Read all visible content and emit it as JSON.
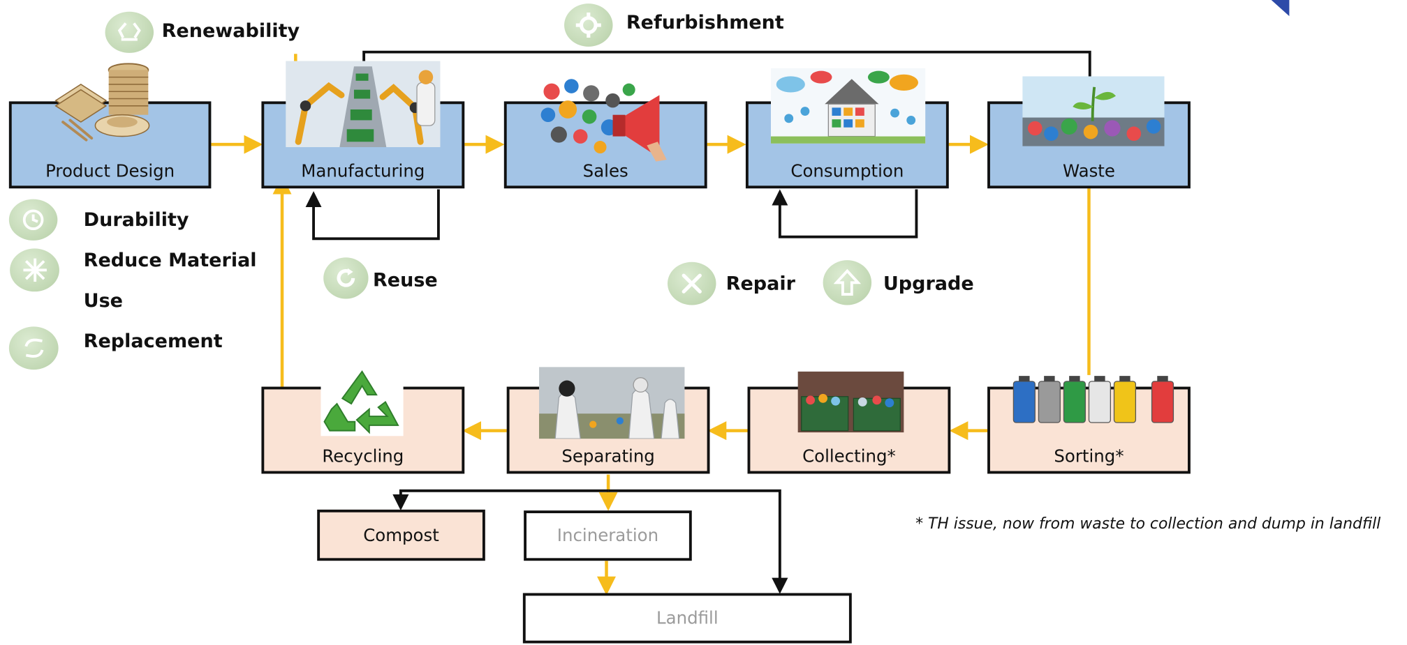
{
  "stages": {
    "product_design": "Product Design",
    "manufacturing": "Manufacturing",
    "sales": "Sales",
    "consumption": "Consumption",
    "waste": "Waste",
    "recycling": "Recycling",
    "separating": "Separating",
    "collecting": "Collecting*",
    "sorting": "Sorting*",
    "compost": "Compost",
    "incineration": "Incineration",
    "landfill": "Landfill"
  },
  "strategies": {
    "renewability": "Renewability",
    "refurbishment": "Refurbishment",
    "durability": "Durability",
    "reduce_material_line1": "Reduce Material",
    "reduce_material_line2": "Use",
    "replacement": "Replacement",
    "reuse": "Reuse",
    "repair": "Repair",
    "upgrade": "Upgrade"
  },
  "footnote": "* TH issue, now from waste to collection and dump in landfill",
  "colors": {
    "forward_flow": "#f6bc1c",
    "loop_line": "#111111",
    "upper_box_fill": "#a3c4e6",
    "lower_box_fill": "#fae3d5",
    "badge_fill": "#c2d8b4",
    "corner_accent": "#2d4aa8"
  },
  "icons": {
    "renewability": "recycle-icon",
    "refurbishment": "gear-icon",
    "durability": "clock-icon",
    "reduce_material": "compress-arrows-icon",
    "replacement": "swap-arrows-icon",
    "reuse": "refresh-icon",
    "repair": "tools-icon",
    "upgrade": "up-arrow-icon"
  }
}
